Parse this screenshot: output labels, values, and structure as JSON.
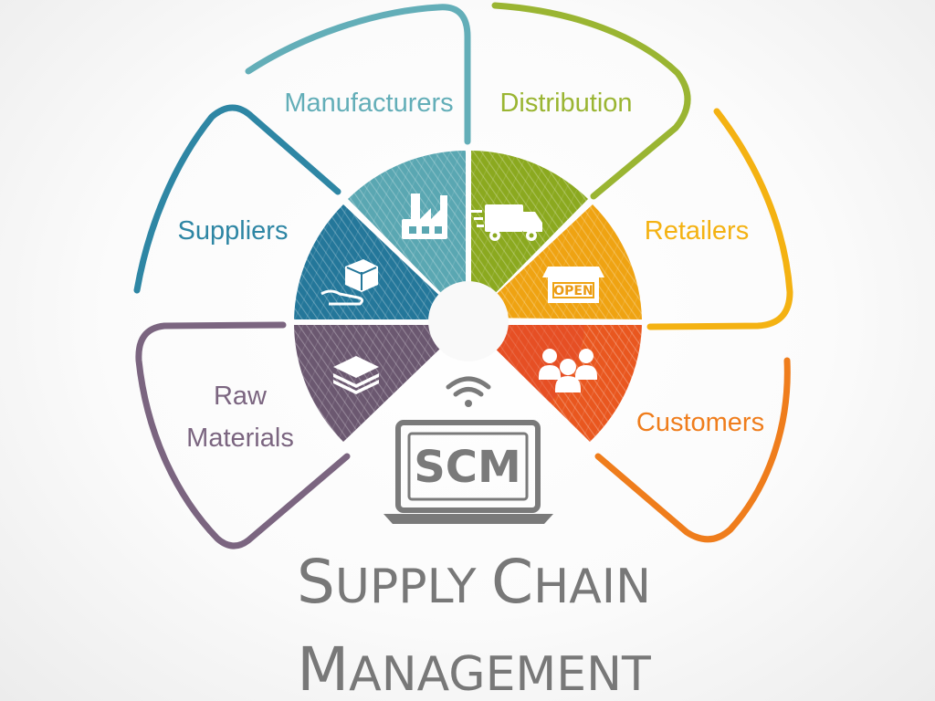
{
  "title": {
    "line1_big": "S",
    "line1_rest": "UPPLY ",
    "line1_big2": "C",
    "line1_rest2": "HAIN",
    "line2_big": "M",
    "line2_rest": "ANAGEMENT"
  },
  "center": {
    "scm_label": "SCM"
  },
  "segments": {
    "manufacturers": {
      "label": "Manufacturers",
      "color": "#63aeb8",
      "icon": "factory-icon"
    },
    "distribution": {
      "label": "Distribution",
      "color": "#9ab532",
      "icon": "delivery-truck-icon"
    },
    "retailers": {
      "label": "Retailers",
      "color": "#f4b212",
      "icon": "shop-icon",
      "sign": "OPEN"
    },
    "customers": {
      "label": "Customers",
      "color": "#ef7d1c",
      "icon": "people-icon"
    },
    "raw_materials": {
      "label_line1": "Raw",
      "label_line2": "Materials",
      "color": "#7b6580",
      "icon": "stacked-layers-icon"
    },
    "suppliers": {
      "label": "Suppliers",
      "color": "#2e86a4",
      "icon": "box-in-hand-icon"
    }
  },
  "colors": {
    "title_gray": "#787878",
    "laptop_gray": "#7a7a7a",
    "customers_inner": "#e2472a"
  }
}
